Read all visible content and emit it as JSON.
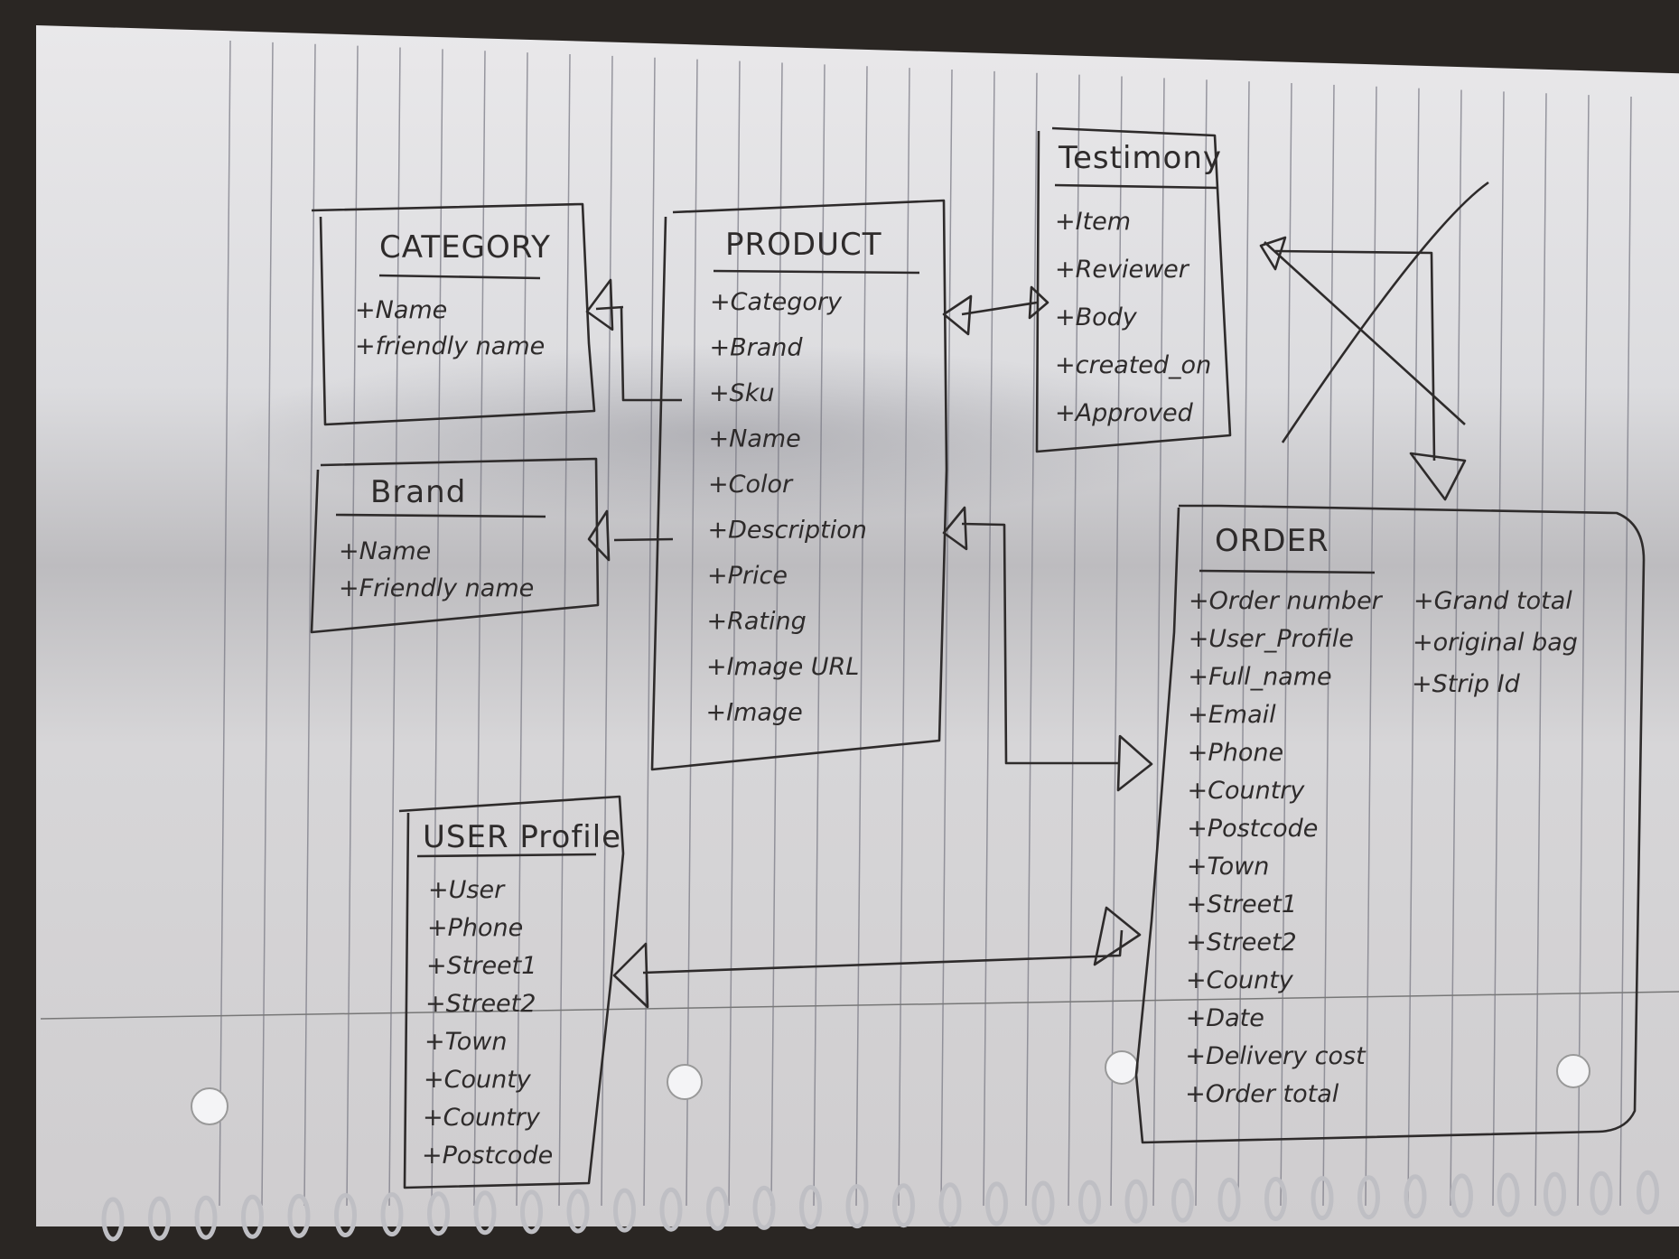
{
  "entities": {
    "category": {
      "title": "CATEGORY",
      "fields": [
        "+Name",
        "+friendly name"
      ]
    },
    "brand": {
      "title": "Brand",
      "fields": [
        "+Name",
        "+Friendly name"
      ]
    },
    "product": {
      "title": "PRODUCT",
      "fields": [
        "+Category",
        "+Brand",
        "+Sku",
        "+Name",
        "+Color",
        "+Description",
        "+Price",
        "+Rating",
        "+Image URL",
        "+Image"
      ]
    },
    "testimony": {
      "title": "Testimony",
      "fields": [
        "+Item",
        "+Reviewer",
        "+Body",
        "+created_on",
        "+Approved"
      ]
    },
    "order": {
      "title": "ORDER",
      "fields_left": [
        "+Order number",
        "+User_Profile",
        "+Full_name",
        "+Email",
        "+Phone",
        "+Country",
        "+Postcode",
        "+Town",
        "+Street1",
        "+Street2",
        "+County",
        "+Date",
        "+Delivery cost",
        "+Order total"
      ],
      "fields_right": [
        "+Grand total",
        "+original bag",
        "+Strip Id"
      ]
    },
    "user_profile": {
      "title": "USER Profile",
      "fields": [
        "+User",
        "+Phone",
        "+Street1",
        "+Street2",
        "+Town",
        "+County",
        "+Country",
        "+Postcode"
      ]
    }
  },
  "colors": {
    "paper": "#e6e5e8",
    "ink": "#2e2b2b",
    "rule": "#7a7a85",
    "background": "#2a2623"
  }
}
